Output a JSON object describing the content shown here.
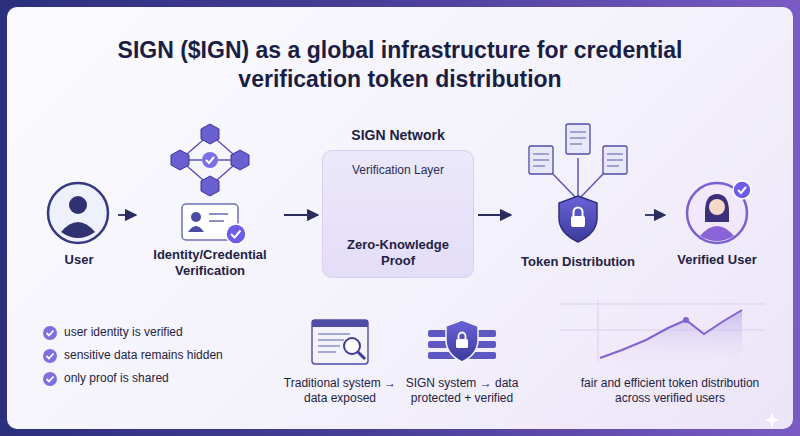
{
  "diagram": {
    "title": "SIGN ($IGN) as a global infrastructure for credential verification token distribution",
    "nodes": [
      {
        "text": [
          "User"
        ]
      },
      {
        "text": [
          "Identity/Credential Verification"
        ]
      },
      {
        "text": [
          "SIGN Network",
          "Verification Layer",
          "Zero-Knowledge Proof"
        ]
      },
      {
        "text": [
          "Token Distribution"
        ]
      },
      {
        "text": [
          "Verified User"
        ]
      }
    ],
    "edges": [
      {
        "from": 0,
        "to": 1,
        "arrow": "to"
      },
      {
        "from": 1,
        "to": 2,
        "arrow": "to"
      },
      {
        "from": 2,
        "to": 3,
        "arrow": "to"
      },
      {
        "from": 3,
        "to": 4,
        "arrow": "to"
      }
    ],
    "labels": [
      "user identity is verified",
      "sensitive data remains hidden",
      "only proof is shared",
      "Traditional system → data exposed",
      "SIGN system → data protected + verified",
      "fair and efficient token distribution across verified users"
    ]
  }
}
